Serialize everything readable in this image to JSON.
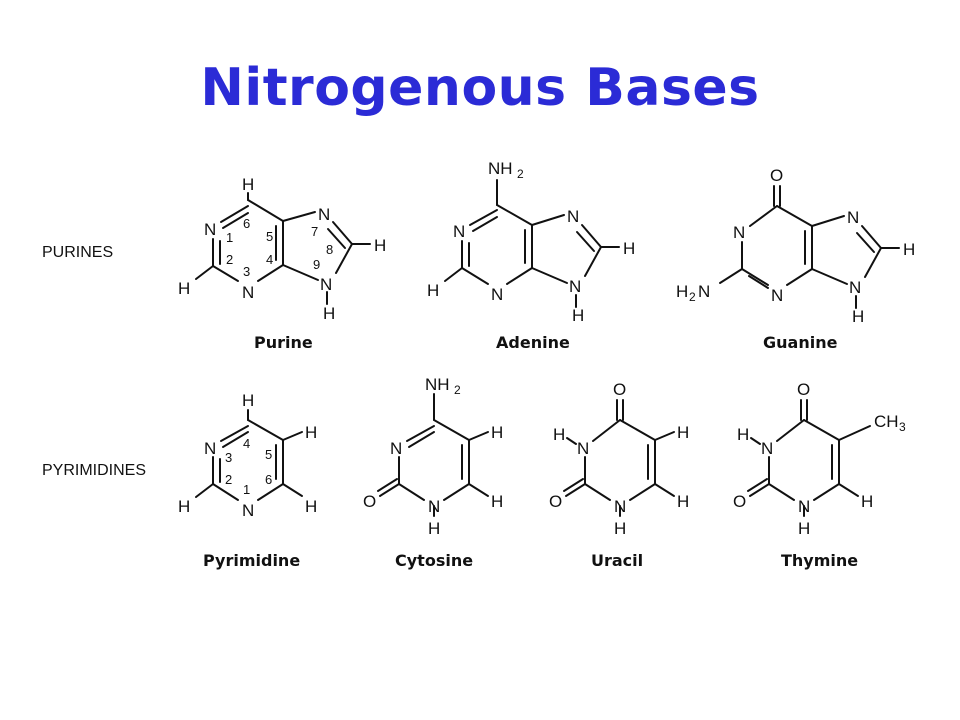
{
  "title": "Nitrogenous Bases",
  "rows": {
    "purines": "PURINES",
    "pyrimidines": "PYRIMIDINES"
  },
  "atoms": {
    "N": "N",
    "H": "H",
    "O": "O",
    "NH": "NH",
    "H2": "H",
    "C": "CH",
    "sub2": "2",
    "sub3": "3"
  },
  "ring_numbers": [
    "1",
    "2",
    "3",
    "4",
    "5",
    "6",
    "7",
    "8",
    "9"
  ],
  "molecules": {
    "purine": "Purine",
    "adenine": "Adenine",
    "guanine": "Guanine",
    "pyrimidine": "Pyrimidine",
    "cytosine": "Cytosine",
    "uracil": "Uracil",
    "thymine": "Thymine"
  }
}
